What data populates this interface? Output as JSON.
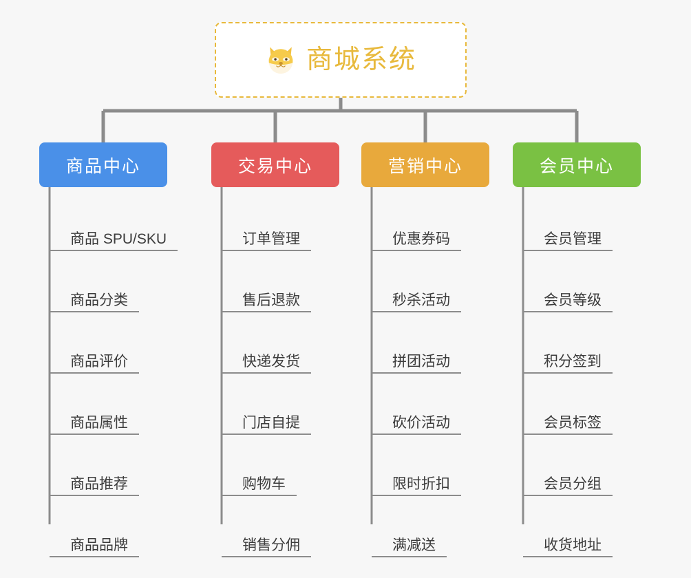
{
  "page": {
    "background_color": "#f7f7f7",
    "line_color": "#8c8c8c"
  },
  "root": {
    "title": "商城系统",
    "icon": "shiba-dog-face-icon",
    "border_color": "#e8b93c",
    "text_color": "#e8b93c",
    "background_color": "#ffffff"
  },
  "branches": [
    {
      "label": "商品中心",
      "color": "#4a90e8",
      "leaves": [
        "商品 SPU/SKU",
        "商品分类",
        "商品评价",
        "商品属性",
        "商品推荐",
        "商品品牌"
      ]
    },
    {
      "label": "交易中心",
      "color": "#e55b5b",
      "leaves": [
        "订单管理",
        "售后退款",
        "快递发货",
        "门店自提",
        "购物车",
        "销售分佣"
      ]
    },
    {
      "label": "营销中心",
      "color": "#e8a93c",
      "leaves": [
        "优惠券码",
        "秒杀活动",
        "拼团活动",
        "砍价活动",
        "限时折扣",
        "满减送"
      ]
    },
    {
      "label": "会员中心",
      "color": "#7ac143",
      "leaves": [
        "会员管理",
        "会员等级",
        "积分签到",
        "会员标签",
        "会员分组",
        "收货地址"
      ]
    }
  ]
}
